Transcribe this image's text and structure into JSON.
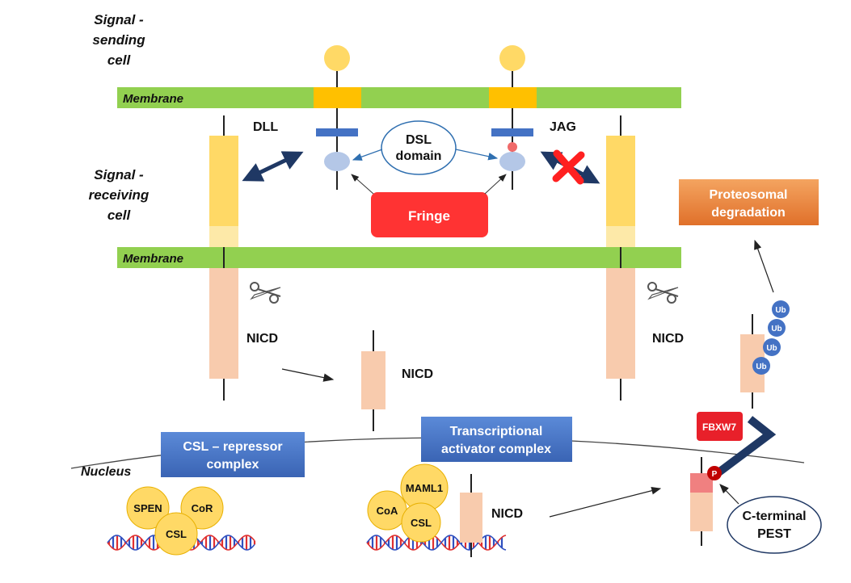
{
  "labels": {
    "signal_sending_line1": "Signal -",
    "signal_sending_line2": "sending",
    "signal_sending_line3": "cell",
    "signal_receiving_line1": "Signal -",
    "signal_receiving_line2": "receiving",
    "signal_receiving_line3": "cell",
    "membrane": "Membrane",
    "nucleus": "Nucleus",
    "dll": "DLL",
    "jag": "JAG",
    "dsl_line1": "DSL",
    "dsl_line2": "domain",
    "fringe": "Fringe",
    "proteosomal_line1": "Proteosomal",
    "proteosomal_line2": "degradation",
    "nicd": "NICD",
    "csl_repressor_line1": "CSL – repressor",
    "csl_repressor_line2": "complex",
    "transcriptional_line1": "Transcriptional",
    "transcriptional_line2": "activator complex",
    "fbxw7": "FBXW7",
    "ub": "Ub",
    "phospho": "P",
    "pest_line1": "C-terminal",
    "pest_line2": "PEST",
    "spen": "SPEN",
    "cor": "CoR",
    "csl": "CSL",
    "coa": "CoA",
    "maml1": "MAML1"
  },
  "colors": {
    "membrane": "#92d050",
    "ligand_head": "#ffd966",
    "ligand_box": "#ffc000",
    "notch_yellow": "#ffd966",
    "nicd_peach": "#f8cbad",
    "dsl_blue": "#4472c4",
    "dsl_oval": "#b4c7e7",
    "fringe_red": "#ff3333",
    "proteosome_orange": "#ed7d31",
    "box_blue": "#4472c4",
    "ub_blue": "#4472c4",
    "fbxw7_red": "#e8202a",
    "arrow_navy": "#1f3864",
    "complex_yellow": "#ffd966",
    "dna_red": "#e03030",
    "dna_blue": "#3050c0"
  }
}
